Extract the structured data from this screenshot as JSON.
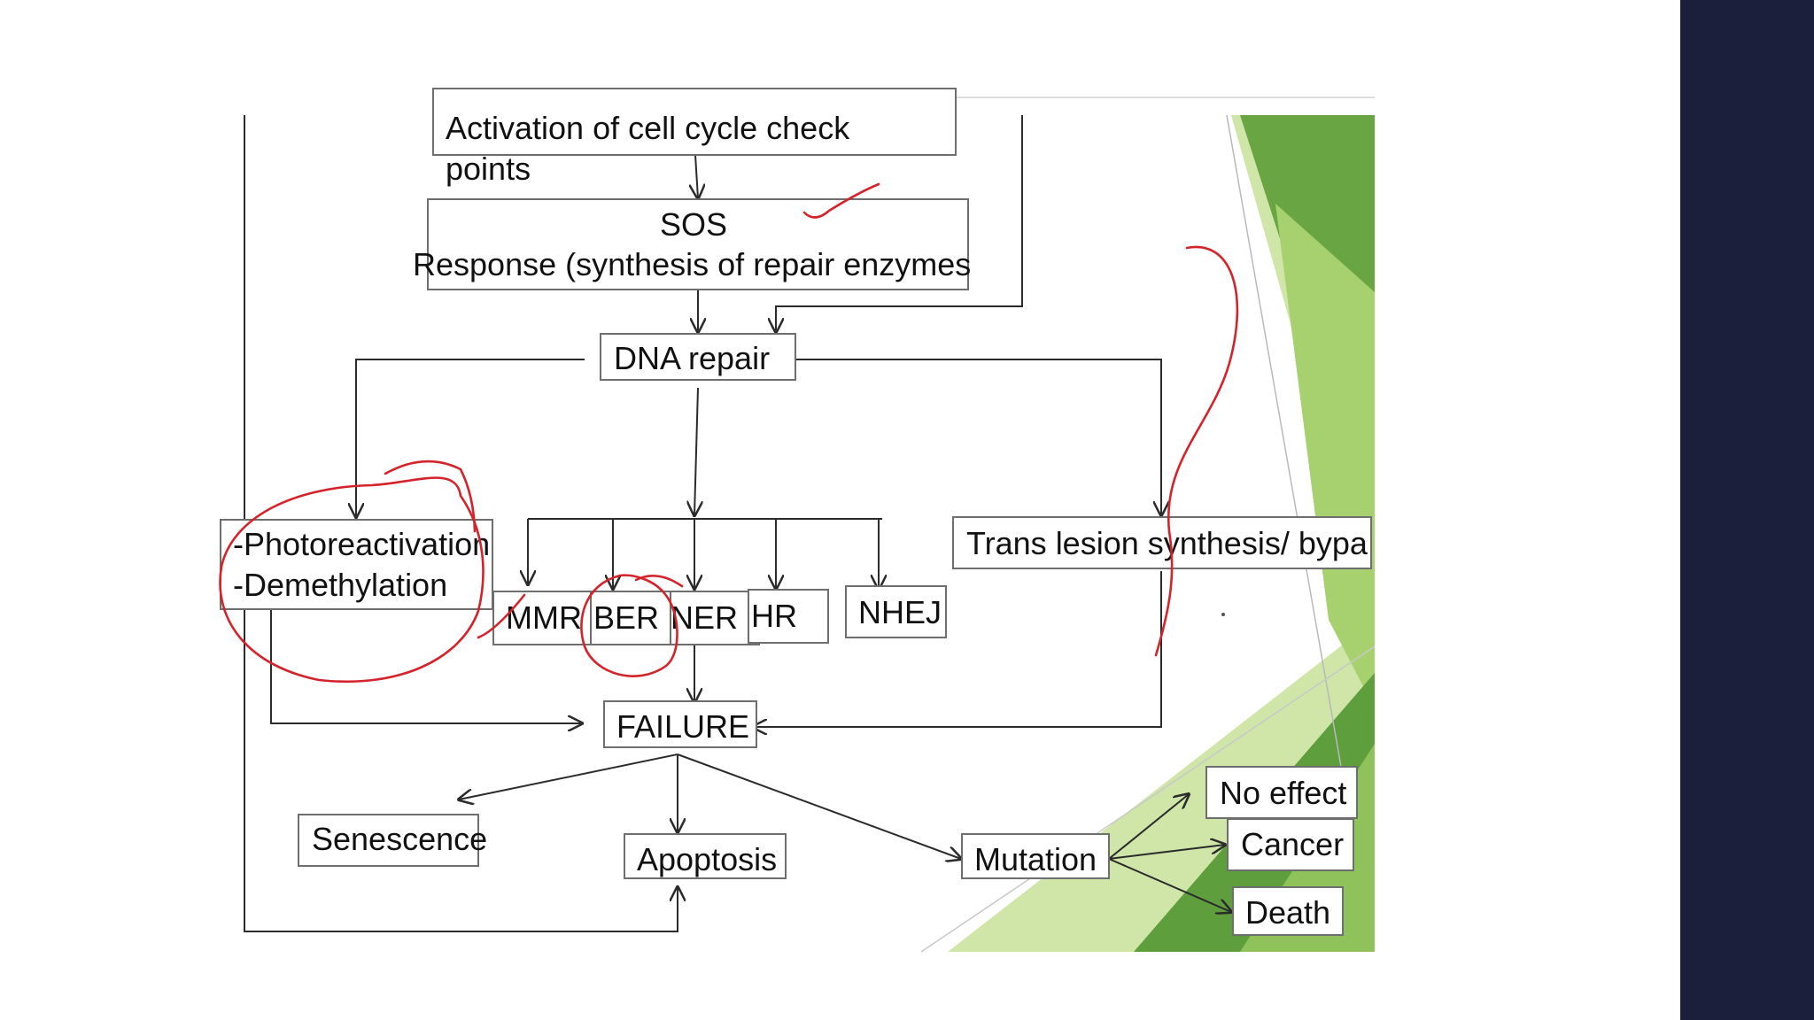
{
  "diagram": {
    "nodes": {
      "checkpoint_line1": "Activation of cell cycle check",
      "checkpoint_line2": "points",
      "sos_line1": "SOS",
      "sos_line2": "Response (synthesis of repair enzymes",
      "dna_repair": "DNA repair",
      "direct_line1": "-Photoreactivation",
      "direct_line2": "-Demethylation",
      "mmr": "MMR",
      "ber": "BER",
      "ner": "NER",
      "hr": "HR",
      "nhej": "NHEJ",
      "tls": "Trans lesion synthesis/ bypa",
      "failure": "FAILURE",
      "senescence": "Senescence",
      "apoptosis": "Apoptosis",
      "mutation": "Mutation",
      "no_effect": "No effect",
      "cancer": "Cancer",
      "death": "Death"
    },
    "colors": {
      "annotation": "#d4232b",
      "green_dark": "#5f9e3c",
      "green_mid": "#8fc25a",
      "green_light": "#cfe6a8",
      "panel": "#1b1f3b"
    }
  }
}
